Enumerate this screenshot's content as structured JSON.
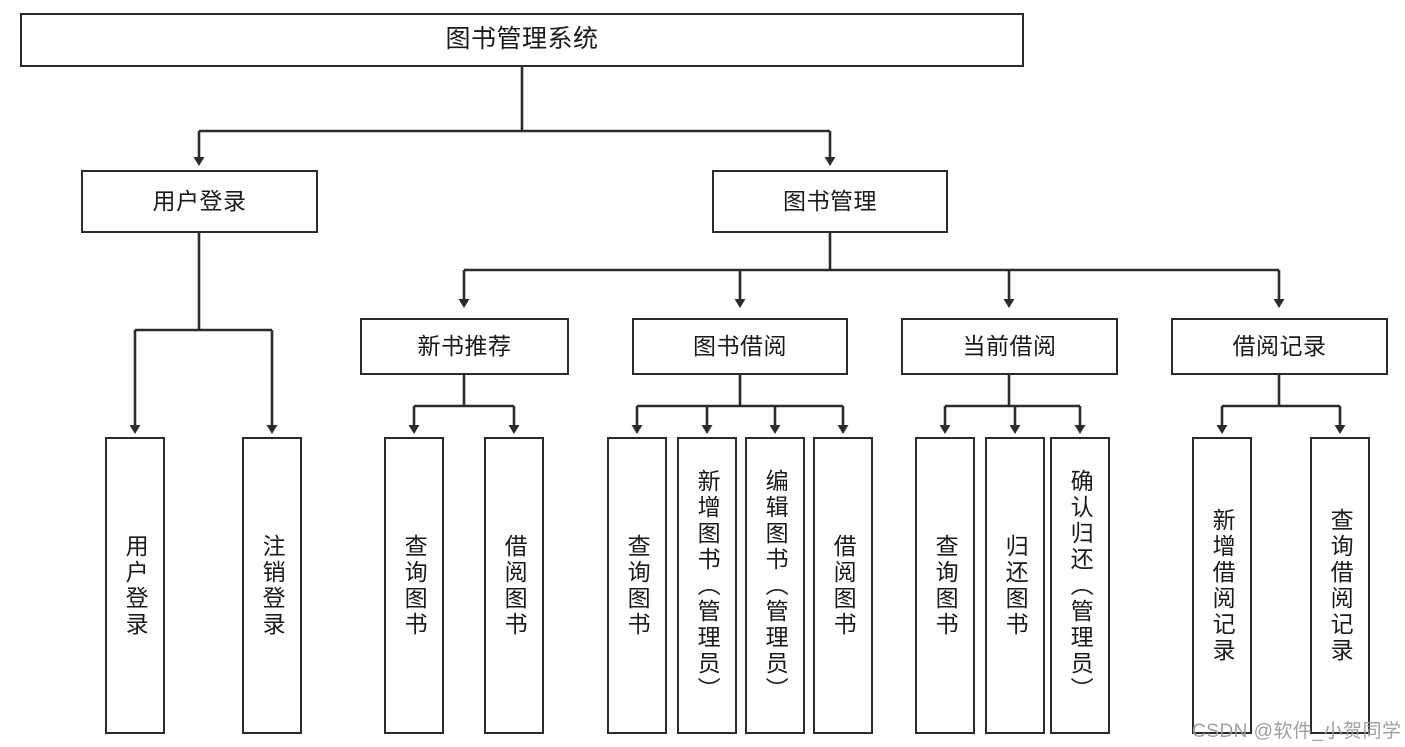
{
  "diagram": {
    "title": "图书管理系统",
    "type": "tree-hierarchy-diagram",
    "colors": {
      "box_border": "#2b2b2b",
      "box_fill": "#ffffff",
      "connector": "#2b2b2b",
      "text": "#1a1a1a",
      "watermark": "#9a9a9a",
      "background": "#ffffff"
    },
    "root": {
      "label": "图书管理系统"
    },
    "level2": [
      {
        "label": "用户登录"
      },
      {
        "label": "图书管理"
      }
    ],
    "level3": [
      {
        "label": "新书推荐"
      },
      {
        "label": "图书借阅"
      },
      {
        "label": "当前借阅"
      },
      {
        "label": "借阅记录"
      }
    ],
    "leaves": {
      "user_login": [
        {
          "label": "用户登录"
        },
        {
          "label": "注销登录"
        }
      ],
      "new_book_recommend": [
        {
          "label": "查询图书"
        },
        {
          "label": "借阅图书"
        }
      ],
      "book_borrow": [
        {
          "label": "查询图书"
        },
        {
          "label": "新增图书（管理员）"
        },
        {
          "label": "编辑图书（管理员）"
        },
        {
          "label": "借阅图书"
        }
      ],
      "current_borrow": [
        {
          "label": "查询图书"
        },
        {
          "label": "归还图书"
        },
        {
          "label": "确认归还（管理员）"
        }
      ],
      "borrow_records": [
        {
          "label": "新增借阅记录"
        },
        {
          "label": "查询借阅记录"
        }
      ]
    },
    "watermark": "CSDN @软件_小贺同学"
  }
}
